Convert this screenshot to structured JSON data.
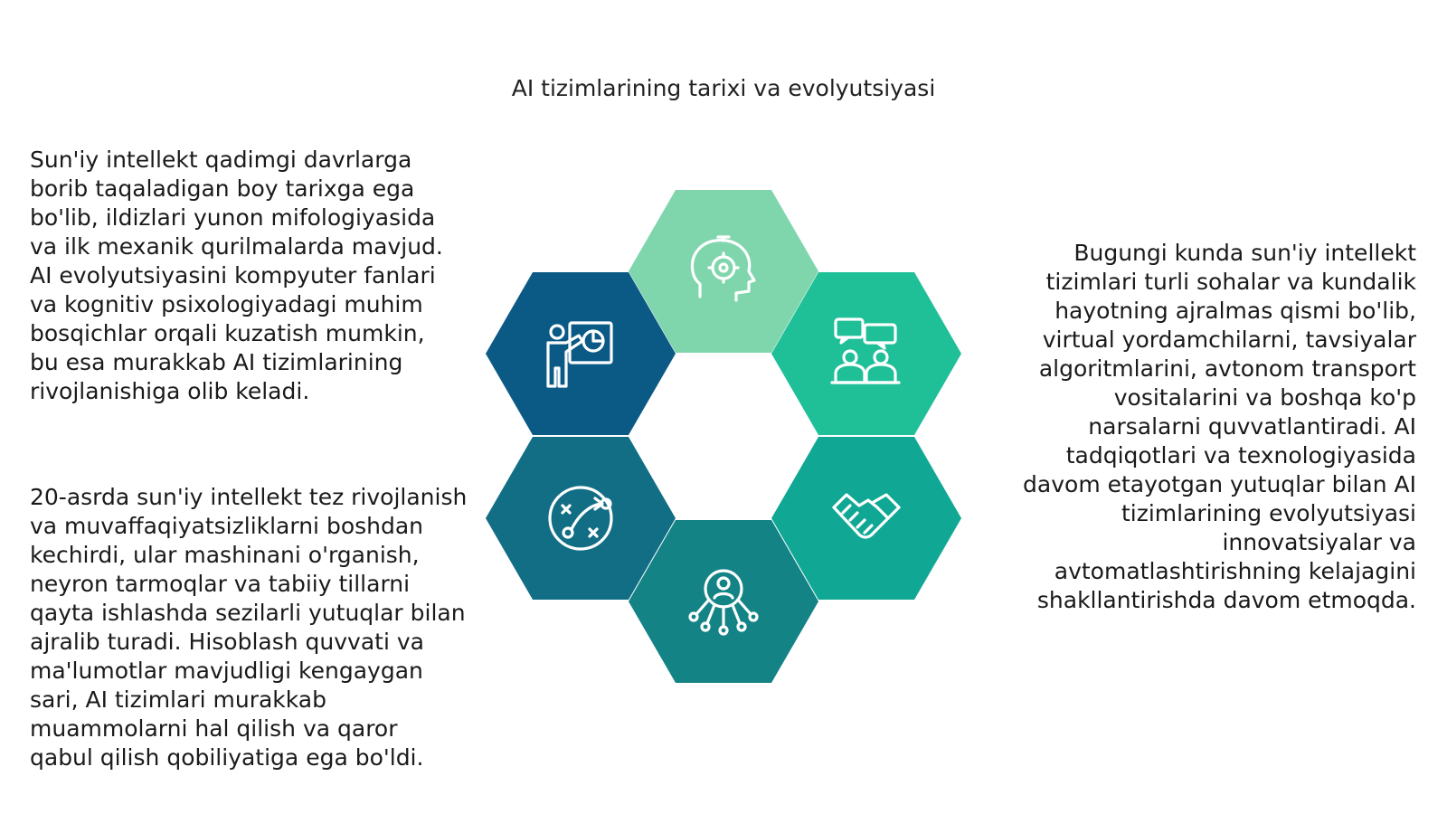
{
  "title": "AI tizimlarining tarixi va evolyutsiyasi",
  "paragraphs": {
    "left_top": "Sun'iy intellekt qadimgi davrlarga\nborib taqaladigan boy tarixga ega\nbo'lib, ildizlari yunon mifologiyasida\nva ilk mexanik qurilmalarda mavjud.\nAI evolyutsiyasini kompyuter fanlari\nva kognitiv psixologiyadagi muhim\nbosqichlar orqali kuzatish mumkin,\nbu esa murakkab AI tizimlarining\nrivojlanishiga olib keladi.",
    "left_bottom": "20-asrda sun'iy intellekt tez rivojlanish\nva muvaffaqiyatsizliklarni boshdan\nkechirdi, ular mashinani o'rganish,\nneyron tarmoqlar va tabiiy tillarni\nqayta ishlashda sezilarli yutuqlar bilan\najralib turadi. Hisoblash quvvati va\nma'lumotlar mavjudligi kengaygan\nsari, AI tizimlari murakkab\nmuammolarni hal qilish va qaror\nqabul qilish qobiliyatiga ega bo'ldi.",
    "right": "Bugungi kunda sun'iy intellekt\ntizimlari turli sohalar va kundalik\nhayotning ajralmas qismi bo'lib,\nvirtual yordamchilarni, tavsiyalar\nalgoritmlarini, avtonom transport\nvositalarini va boshqa ko'p\nnarsalarni quvvatlantiradi. AI\ntadqiqotlari va texnologiyasida\ndavom etayotgan yutuqlar bilan AI\ntizimlarining evolyutsiyasi\ninnovatsiyalar va\navtomatlashtirishning kelajagini\nshakllantirishda davom etmoqda."
  },
  "hexagons": [
    {
      "position": "top",
      "icon": "head-gear-icon",
      "color": "#7fd6ad"
    },
    {
      "position": "upper-right",
      "icon": "people-chat-icon",
      "color": "#1fbf98"
    },
    {
      "position": "lower-right",
      "icon": "handshake-icon",
      "color": "#10a894"
    },
    {
      "position": "bottom",
      "icon": "user-network-icon",
      "color": "#148386"
    },
    {
      "position": "lower-left",
      "icon": "strategy-icon",
      "color": "#126e85"
    },
    {
      "position": "upper-left",
      "icon": "presenter-chart-icon",
      "color": "#0b5a86"
    }
  ]
}
